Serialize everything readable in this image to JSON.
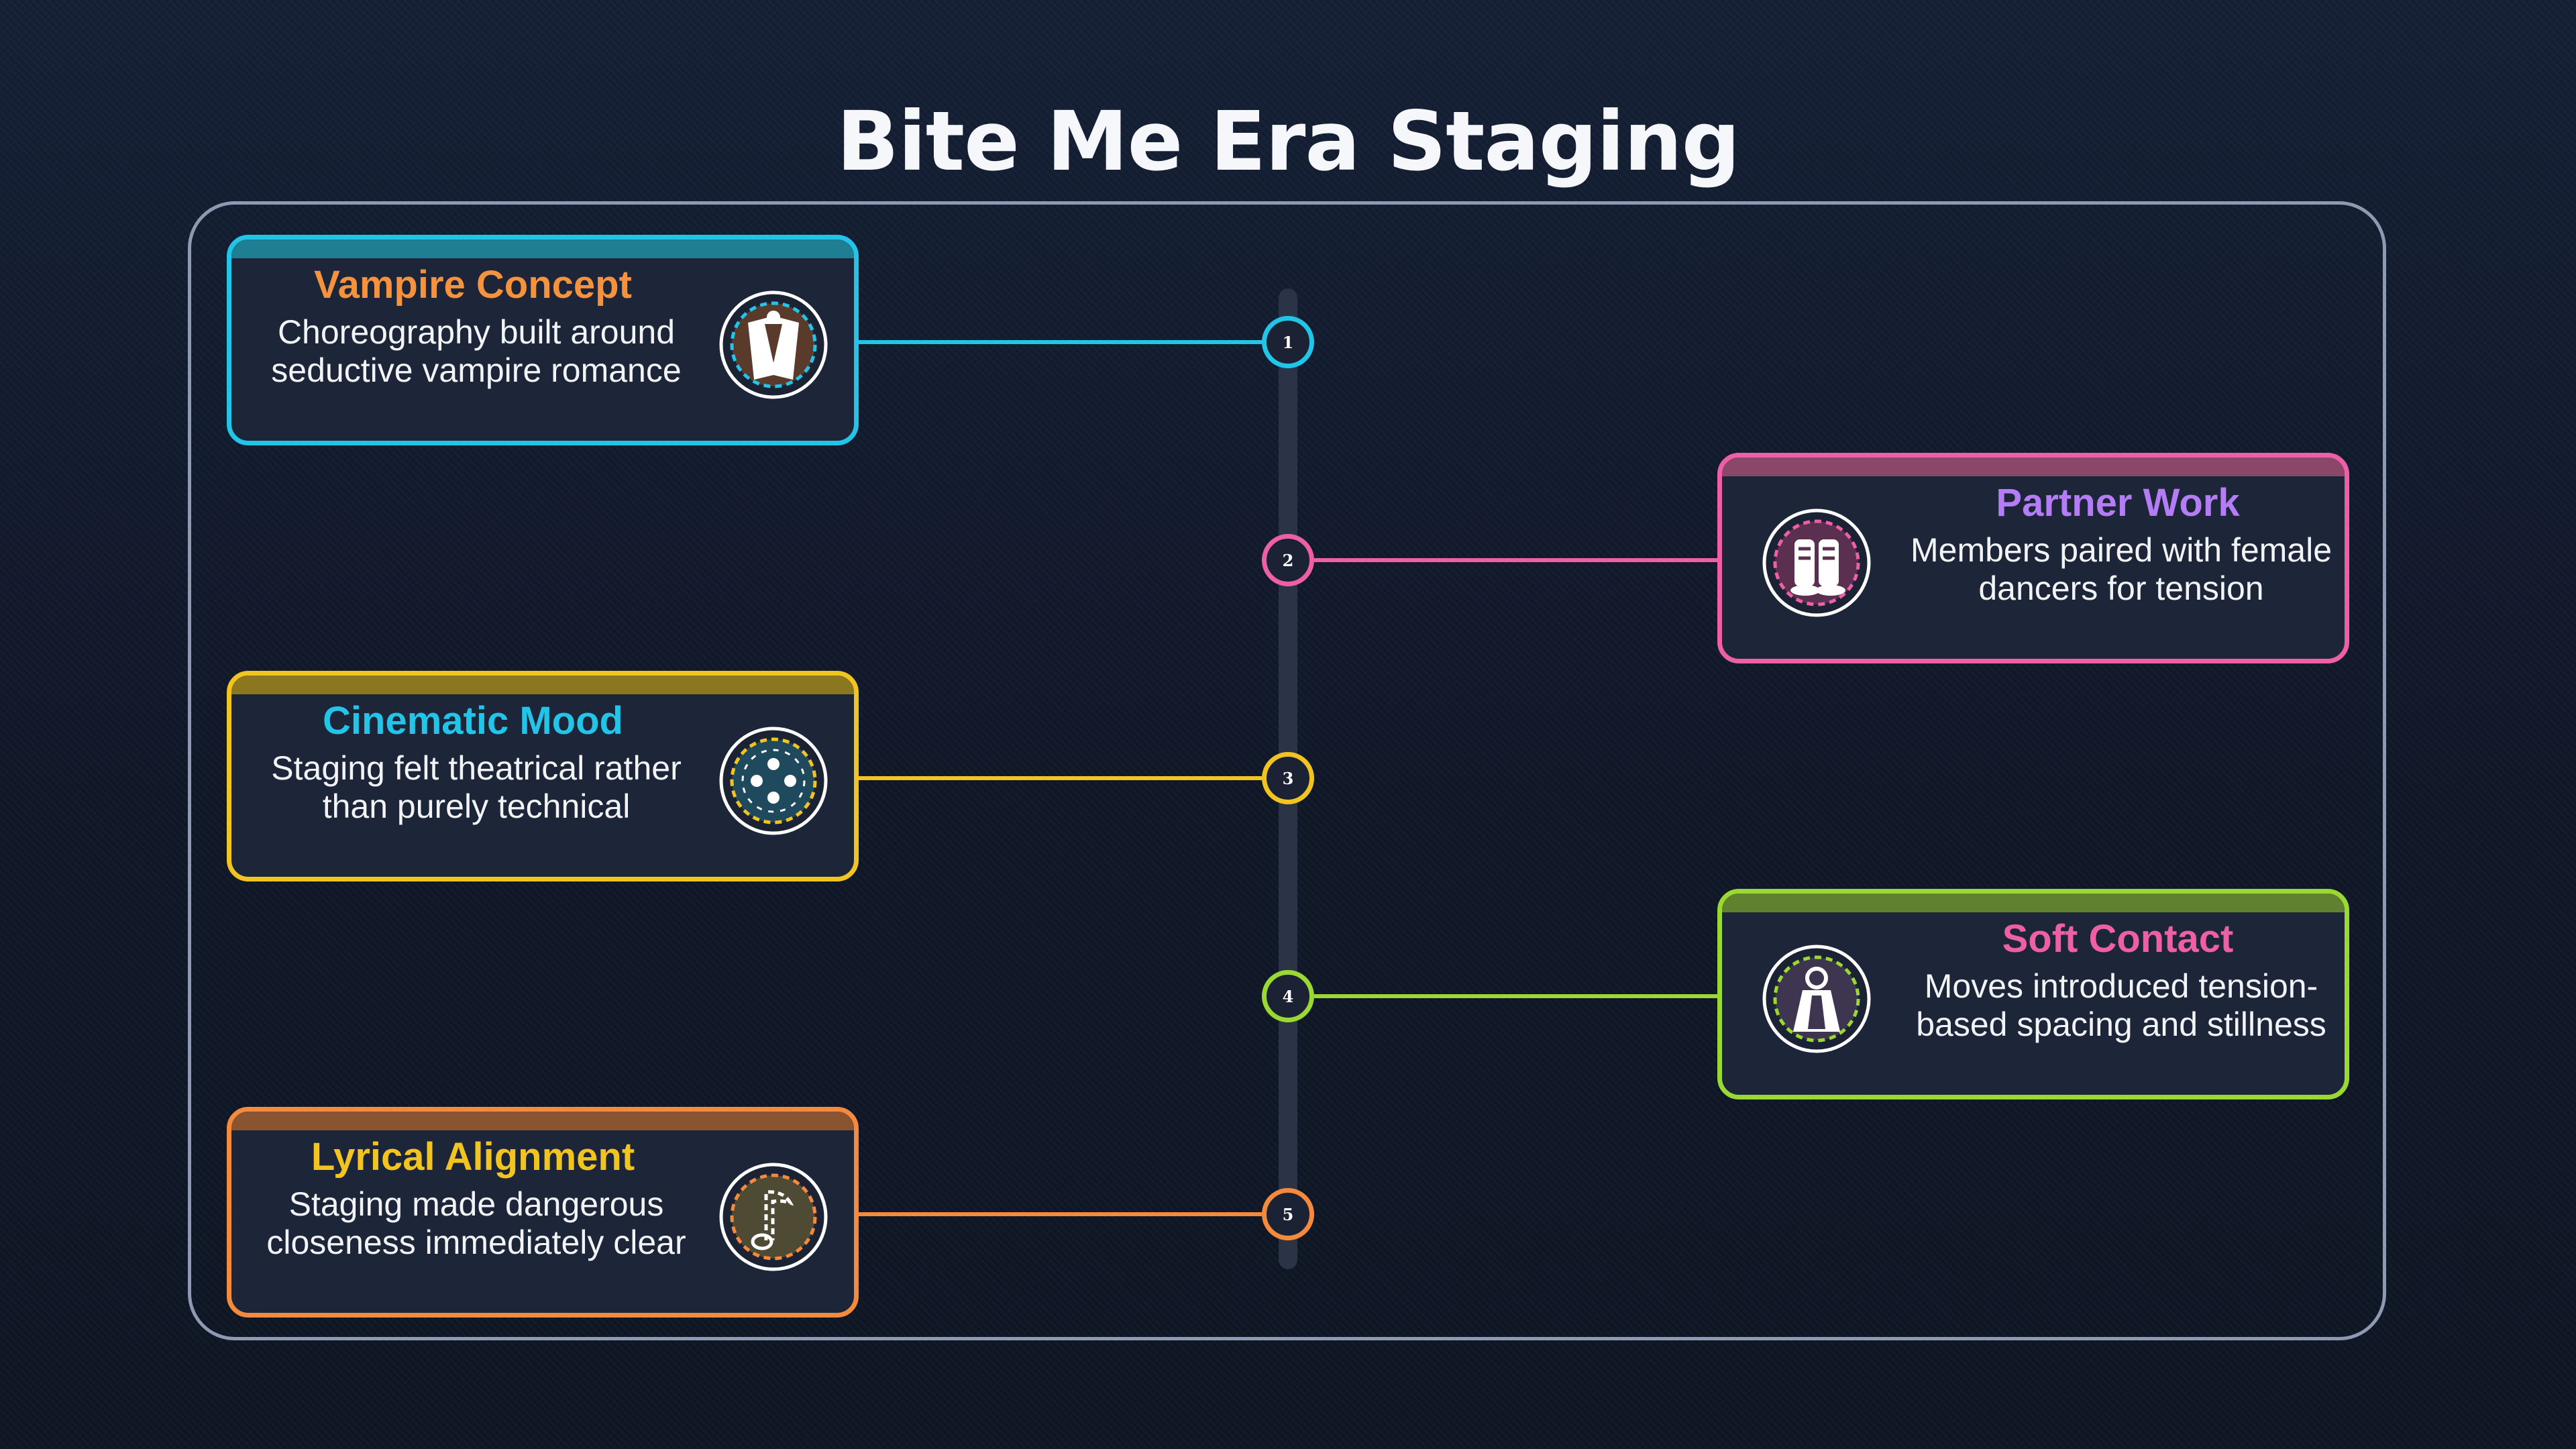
{
  "title": "Bite Me Era Staging",
  "steps": [
    {
      "number": "1",
      "title": "Vampire Concept",
      "description": "Choreography built around seductive vampire romance",
      "border_color": "#22c4e8",
      "band_color": "#1e7f92",
      "title_color": "#f5923e",
      "icon": "vampire-cape-icon"
    },
    {
      "number": "2",
      "title": "Partner Work",
      "description": "Members paired with female dancers for tension",
      "border_color": "#ee5fa5",
      "band_color": "#8a4769",
      "title_color": "#b47cf5",
      "icon": "dancers-icon"
    },
    {
      "number": "3",
      "title": "Cinematic Mood",
      "description": "Staging felt theatrical rather than purely technical",
      "border_color": "#f2c420",
      "band_color": "#8c7721",
      "title_color": "#22c4e8",
      "icon": "film-reel-icon"
    },
    {
      "number": "4",
      "title": "Soft Contact",
      "description": "Moves introduced tension-based spacing and stillness",
      "border_color": "#9ad832",
      "band_color": "#5f8130",
      "title_color": "#ee5fa5",
      "icon": "hooded-figure-icon"
    },
    {
      "number": "5",
      "title": "Lyrical Alignment",
      "description": "Staging made dangerous closeness immediately clear",
      "border_color": "#f58a3c",
      "band_color": "#8b5431",
      "title_color": "#f2c420",
      "icon": "music-note-icon"
    }
  ]
}
